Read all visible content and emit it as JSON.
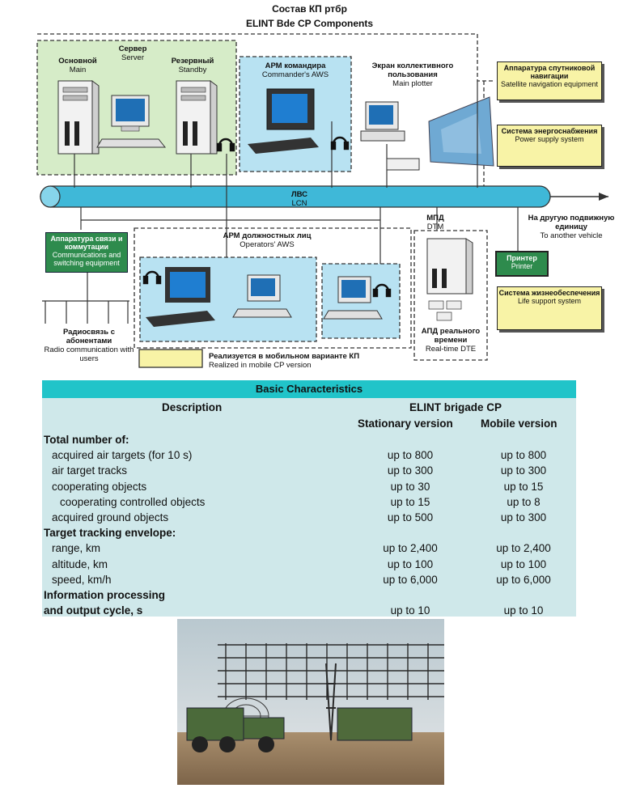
{
  "header": {
    "title_ru": "Состав КП ртбр",
    "title_en": "ELINT Bde CP Components"
  },
  "diagram": {
    "server": {
      "ru": "Сервер",
      "en": "Server"
    },
    "main": {
      "ru": "Основной",
      "en": "Main"
    },
    "standby": {
      "ru": "Резервный",
      "en": "Standby"
    },
    "commander": {
      "ru": "АРМ командира",
      "en": "Commander's AWS"
    },
    "plotter": {
      "ru": "Экран коллективного пользования",
      "en": "Main plotter"
    },
    "satnav": {
      "ru": "Аппаратура спутниковой навигации",
      "en": "Satellite navigation equipment"
    },
    "power": {
      "ru": "Система энергоснабжения",
      "en": "Power supply system"
    },
    "lan": {
      "ru": "ЛВС",
      "en": "LCN"
    },
    "other_vehicle": {
      "ru": "На другую подвижную единицу",
      "en": "To another vehicle"
    },
    "comms": {
      "ru": "Аппаратура связи и коммутации",
      "en": "Communications and switching equipment"
    },
    "operators": {
      "ru": "АРМ должностных лиц",
      "en": "Operators' AWS"
    },
    "dtm": {
      "ru": "МПД",
      "en": "DTM"
    },
    "printer": {
      "ru": "Принтер",
      "en": "Printer"
    },
    "life": {
      "ru": "Система жизнеобеспечения",
      "en": "Life support system"
    },
    "radio": {
      "ru": "Радиосвязь с абонентами",
      "en": "Radio communication with users"
    },
    "dte": {
      "ru": "АПД реального времени",
      "en": "Real-time DTE"
    },
    "mobile_note": {
      "ru": "Реализуется в мобильном варианте КП",
      "en": "Realized in mobile CP version"
    }
  },
  "table": {
    "title": "Basic Characteristics",
    "col_description": "Description",
    "col_group": "ELINT brigade CP",
    "col_stationary": "Stationary version",
    "col_mobile": "Mobile version",
    "rows": [
      {
        "label": "Total number of:",
        "heading": true,
        "stationary": "",
        "mobile": ""
      },
      {
        "label": "acquired air targets (for 10 s)",
        "stationary": "up to 800",
        "mobile": "up to 800"
      },
      {
        "label": "air target tracks",
        "stationary": "up to 300",
        "mobile": "up to 300"
      },
      {
        "label": "cooperating objects",
        "stationary": "up to 30",
        "mobile": "up to 15"
      },
      {
        "label": "cooperating controlled objects",
        "stationary": "up to 15",
        "mobile": "up to 8"
      },
      {
        "label": "acquired ground objects",
        "stationary": "up to 500",
        "mobile": "up to 300"
      },
      {
        "label": "Target tracking envelope:",
        "heading": true,
        "stationary": "",
        "mobile": ""
      },
      {
        "label": "range, km",
        "stationary": "up to 2,400",
        "mobile": "up to 2,400"
      },
      {
        "label": "altitude, km",
        "stationary": "up to 100",
        "mobile": "up to 100"
      },
      {
        "label": "speed, km/h",
        "stationary": "up to 6,000",
        "mobile": "up to 6,000"
      },
      {
        "label": "Information processing",
        "heading": true,
        "stationary": "",
        "mobile": ""
      },
      {
        "label": "and output cycle, s",
        "heading": true,
        "stationary": "up to 10",
        "mobile": "up to 10"
      }
    ]
  },
  "colors": {
    "header_cyan": "#21c4c9",
    "table_bg": "#cfe8ea",
    "server_green": "#d6ecc8",
    "aws_blue": "#b8e2f2",
    "yellow": "#f8f3a6",
    "dark_green": "#2e8b4d"
  }
}
